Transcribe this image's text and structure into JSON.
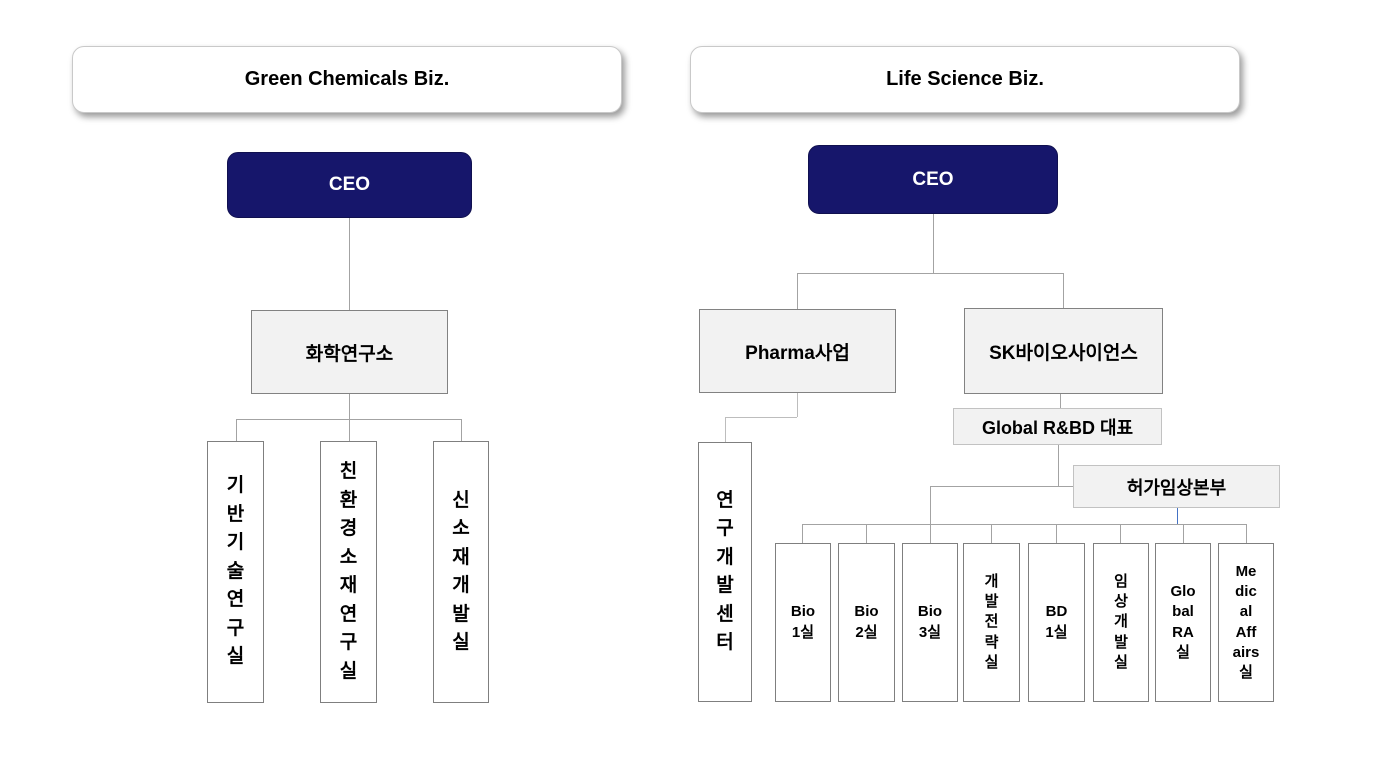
{
  "colors": {
    "ceo_bg": "#16166b",
    "gray_box_bg": "#f2f2f2",
    "box_border_dark": "#7f7f7f",
    "box_border_light": "#c2c2c2",
    "connector": "#a3a3a3",
    "connector_blue": "#4472c4"
  },
  "green_chemicals": {
    "header": "Green Chemicals Biz.",
    "ceo": "CEO",
    "research_institute": "화학연구소",
    "labs": [
      {
        "label": "기\n반\n기\n술\n연\n구\n실"
      },
      {
        "label": "친\n환\n경\n소\n재\n연\n구\n실"
      },
      {
        "label": "신\n소\n재\n개\n발\n실"
      }
    ]
  },
  "life_science": {
    "header": "Life Science Biz.",
    "ceo": "CEO",
    "pharma": "Pharma사업",
    "sk_bioscience": "SK바이오사이언스",
    "global_rbd": "Global R&BD 대표",
    "approval_clinical_hq": "허가임상본부",
    "rnd_center": "연\n구\n개\n발\n센\n터",
    "departments": [
      {
        "label": "Bio\n1실"
      },
      {
        "label": "Bio\n2실"
      },
      {
        "label": "Bio\n3실"
      },
      {
        "label": "개\n발\n전\n략\n실"
      },
      {
        "label": "BD\n1실"
      },
      {
        "label": "임\n상\n개\n발\n실"
      },
      {
        "label": "Glo\nbal\nRA\n실"
      },
      {
        "label": "Me\ndic\nal\nAff\nairs\n실"
      }
    ]
  }
}
